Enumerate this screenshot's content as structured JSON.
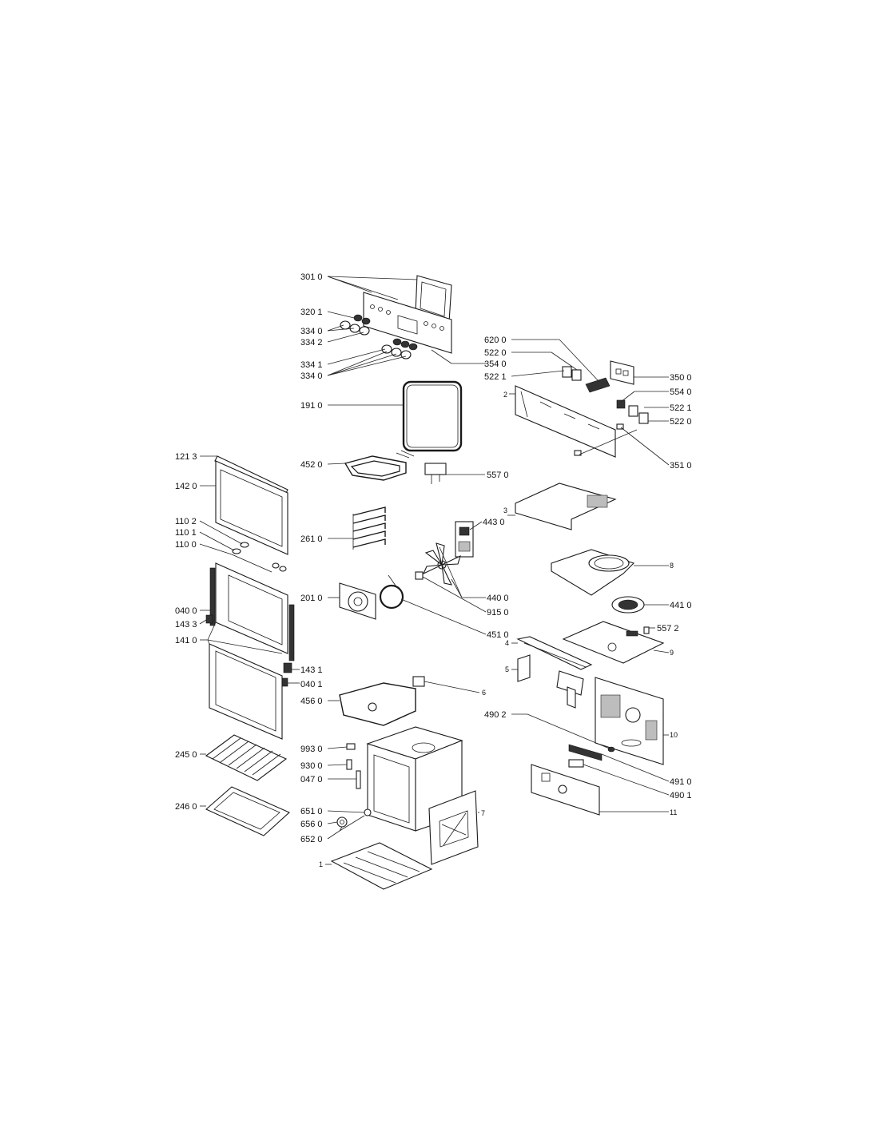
{
  "labels": {
    "l3010": "301 0",
    "l3201": "320 1",
    "l3340a": "334 0",
    "l3342": "334 2",
    "l3341": "334 1",
    "l3340b": "334 0",
    "l1910": "191 0",
    "l4520": "452 0",
    "l5570": "557 0",
    "l6200": "620 0",
    "l5220a": "522 0",
    "l3540": "354 0",
    "l5221a": "522 1",
    "l2": "2",
    "l3500": "350 0",
    "l5540": "554 0",
    "l5221b": "522 1",
    "l5220b": "522 0",
    "l3510": "351 0",
    "l1213": "121 3",
    "l1420": "142 0",
    "l1102": "110 2",
    "l1101": "110 1",
    "l1100": "110 0",
    "l0400a": "040 0",
    "l1433": "143 3",
    "l1410": "141 0",
    "l1431": "143 1",
    "l0401": "040 1",
    "l2610": "261 0",
    "l4430": "443 0",
    "l3": "3",
    "l2010": "201 0",
    "l4400": "440 0",
    "l9150": "915 0",
    "l4510": "451 0",
    "l8": "8",
    "l4410": "441 0",
    "l5572": "557 2",
    "l4": "4",
    "l9": "9",
    "l5": "5",
    "l6": "6",
    "l4560": "456 0",
    "l4902": "490 2",
    "l10": "10",
    "l2450": "245 0",
    "l9930": "993 0",
    "l9300": "930 0",
    "l0470": "047 0",
    "l2460": "246 0",
    "l6510": "651 0",
    "l6560": "656 0",
    "l6520": "652 0",
    "l7": "7",
    "l4910": "491 0",
    "l4901": "490 1",
    "l11": "11",
    "l1": "1"
  }
}
